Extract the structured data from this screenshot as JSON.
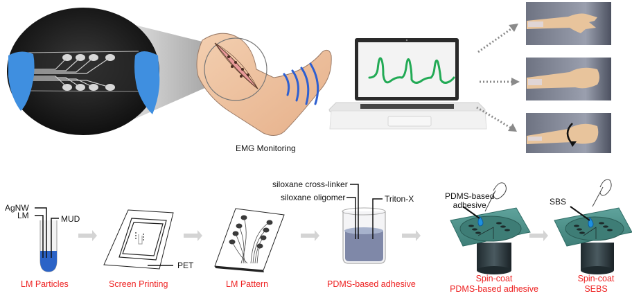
{
  "figure": {
    "top_panel": {
      "photo_caption": "",
      "arm_caption": "EMG Monitoring",
      "signal_color": "#22aa55",
      "emg_wave_color": "#2e5fd0",
      "gestures": [
        {
          "name": "open-hand"
        },
        {
          "name": "fist"
        },
        {
          "name": "wrist-rotation"
        }
      ]
    },
    "bottom_panel": {
      "step_label_color": "#ee2222",
      "steps": [
        {
          "label": "LM Particles",
          "label_line2": ""
        },
        {
          "label": "Screen Printing",
          "label_line2": ""
        },
        {
          "label": "LM Pattern",
          "label_line2": ""
        },
        {
          "label": "PDMS-based adhesive",
          "label_line2": ""
        },
        {
          "label": "Spin-coat",
          "label_line2": "PDMS-based adhesive"
        },
        {
          "label": "Spin-coat",
          "label_line2": "SEBS"
        }
      ],
      "annotations": {
        "agnw": "AgNW",
        "lm": "LM",
        "mud": "MUD",
        "pet": "PET",
        "crosslinker": "siloxane cross-linker",
        "oligomer": "siloxane oligomer",
        "triton": "Triton-X",
        "pdms_drop_line1": "PDMS-based",
        "pdms_drop_line2": "adhesive",
        "sbs": "SBS"
      }
    }
  }
}
